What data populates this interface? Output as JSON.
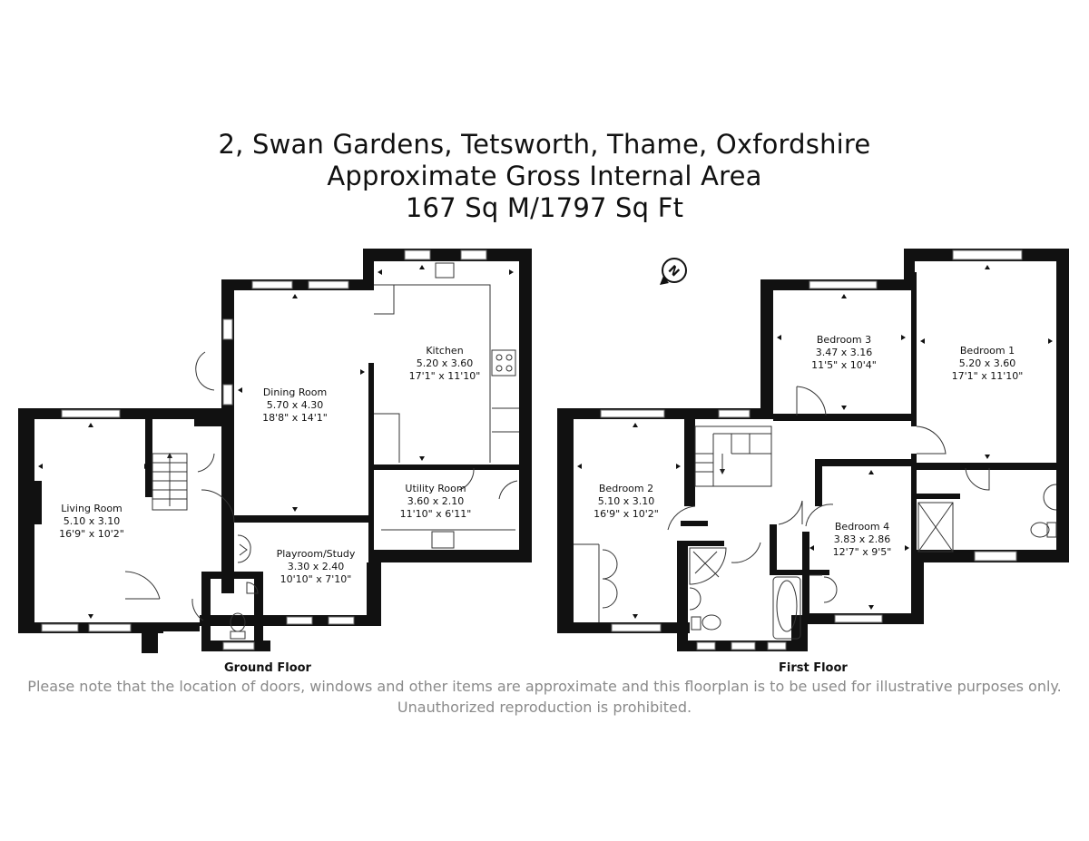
{
  "header": {
    "address": "2, Swan Gardens, Tetsworth, Thame, Oxfordshire",
    "area_label": "Approximate Gross Internal Area",
    "area_value": "167 Sq M/1797 Sq Ft"
  },
  "floors": {
    "ground": {
      "label": "Ground Floor",
      "rooms": {
        "living": {
          "name": "Living Room",
          "metric": "5.10 x 3.10",
          "imperial": "16'9\" x 10'2\""
        },
        "dining": {
          "name": "Dining Room",
          "metric": "5.70 x 4.30",
          "imperial": "18'8\" x 14'1\""
        },
        "kitchen": {
          "name": "Kitchen",
          "metric": "5.20 x 3.60",
          "imperial": "17'1\" x 11'10\""
        },
        "utility": {
          "name": "Utility Room",
          "metric": "3.60 x 2.10",
          "imperial": "11'10\" x 6'11\""
        },
        "playroom": {
          "name": "Playroom/Study",
          "metric": "3.30 x 2.40",
          "imperial": "10'10\" x 7'10\""
        }
      }
    },
    "first": {
      "label": "First Floor",
      "rooms": {
        "bed1": {
          "name": "Bedroom 1",
          "metric": "5.20 x 3.60",
          "imperial": "17'1\" x 11'10\""
        },
        "bed2": {
          "name": "Bedroom 2",
          "metric": "5.10 x 3.10",
          "imperial": "16'9\" x 10'2\""
        },
        "bed3": {
          "name": "Bedroom 3",
          "metric": "3.47 x 3.16",
          "imperial": "11'5\" x 10'4\""
        },
        "bed4": {
          "name": "Bedroom 4",
          "metric": "3.83 x 2.86",
          "imperial": "12'7\" x 9'5\""
        }
      }
    }
  },
  "compass": {
    "letter": "N",
    "icon": "north-arrow-icon"
  },
  "disclaimer": "Please note that the location of doors, windows and other items are approximate and this floorplan is to be used for illustrative purposes only. Unauthorized reproduction is prohibited.",
  "colors": {
    "wall": "#111111",
    "line": "#333333",
    "window": "#9a9a9a",
    "note": "#8a8a8a"
  }
}
